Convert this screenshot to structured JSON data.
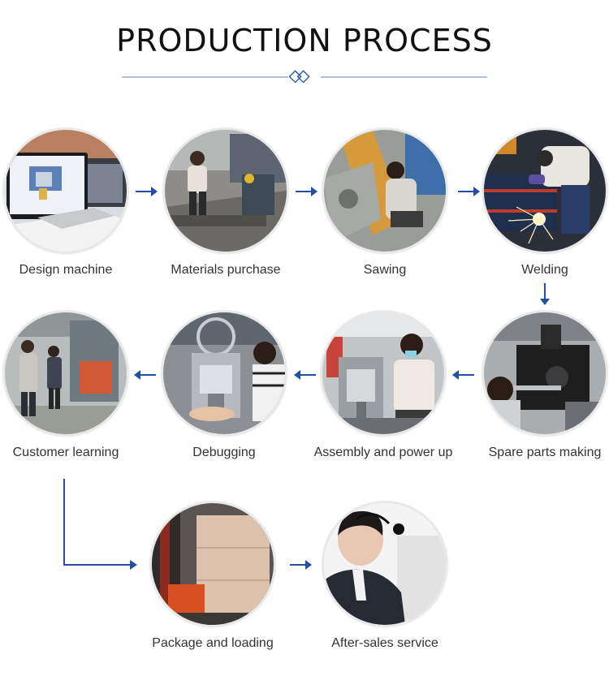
{
  "page": {
    "title": "PRODUCTION PROCESS",
    "accent_color": "#1f4fa6"
  },
  "steps": [
    {
      "label": "Design machine",
      "image": "computer-cad-photo"
    },
    {
      "label": "Materials purchase",
      "image": "worker-carrying-materials-photo"
    },
    {
      "label": "Sawing",
      "image": "sawing-machine-photo"
    },
    {
      "label": "Welding",
      "image": "welding-sparks-photo"
    },
    {
      "label": "Spare parts making",
      "image": "parts-machining-photo"
    },
    {
      "label": "Assembly and power up",
      "image": "assembly-bench-photo"
    },
    {
      "label": "Debugging",
      "image": "debugging-machine-photo"
    },
    {
      "label": "Customer learning",
      "image": "customer-training-photo"
    },
    {
      "label": "Package and loading",
      "image": "wooden-crate-photo"
    },
    {
      "label": "After-sales service",
      "image": "headset-support-photo"
    }
  ],
  "connectors": [
    "arrow-right-icon",
    "arrow-down-icon",
    "arrow-left-icon",
    "elbow-arrow-icon"
  ]
}
